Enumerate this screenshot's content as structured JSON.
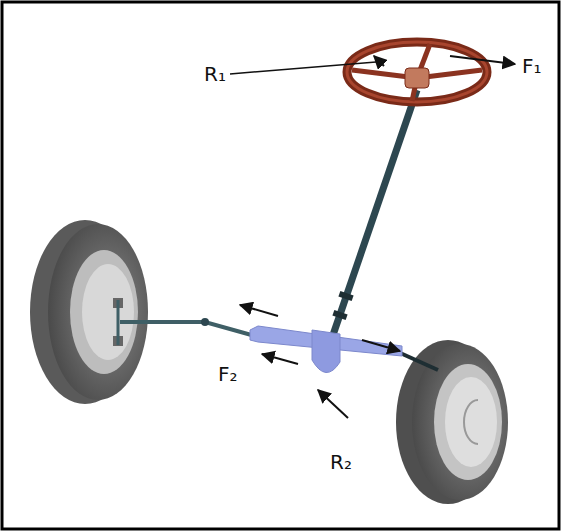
{
  "diagram": {
    "labels": [
      "R₁",
      "F₁",
      "F₂",
      "R₂"
    ]
  }
}
